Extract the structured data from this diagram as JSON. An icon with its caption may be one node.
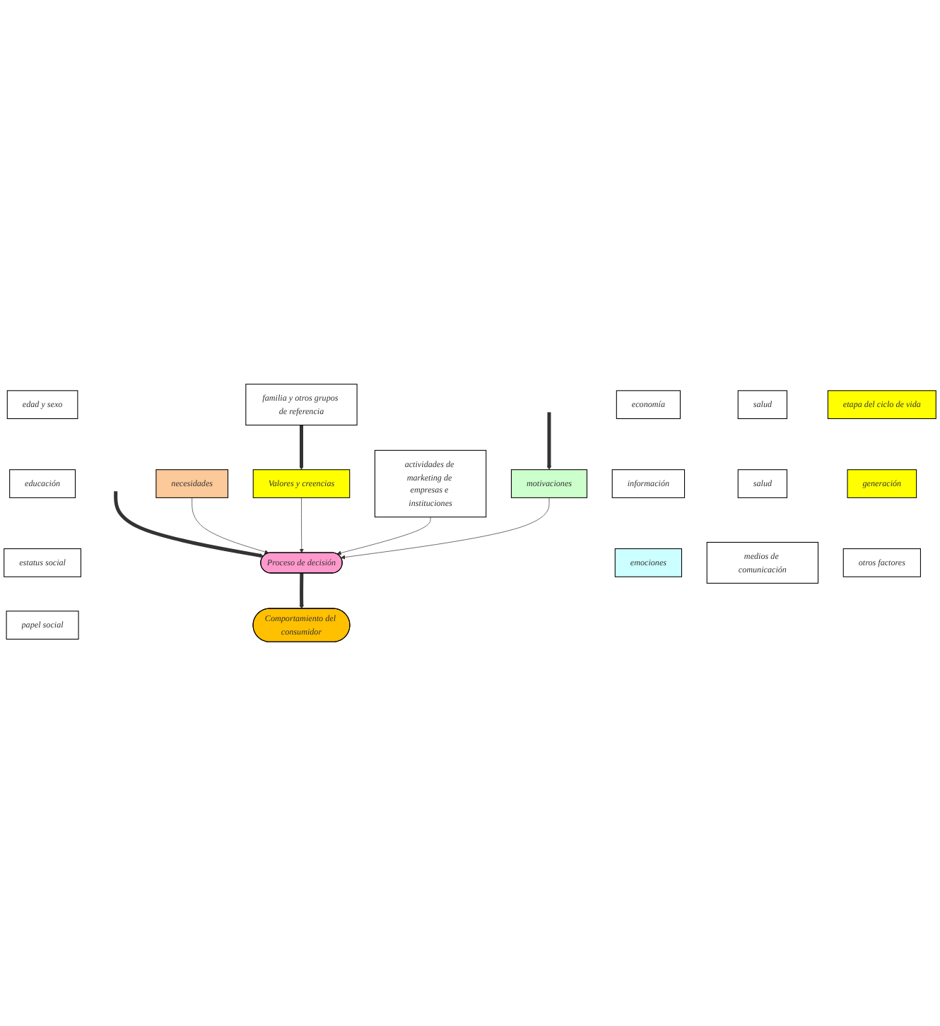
{
  "diagram": {
    "nodes": [
      {
        "text": [
          "edad y sexo"
        ]
      },
      {
        "text": [
          "salud"
        ]
      },
      {
        "text": [
          "economía"
        ]
      },
      {
        "text": [
          "salud"
        ]
      },
      {
        "text": [
          "información"
        ]
      },
      {
        "text": [
          "educación"
        ]
      },
      {
        "text": [
          "necesidades"
        ]
      },
      {
        "text": [
          "Comportamiento del consumidor"
        ]
      },
      {
        "text": [
          "estatus social"
        ]
      },
      {
        "text": [
          "Proceso de decisión"
        ]
      },
      {
        "text": [
          "actividades de marketing de empresas e instituciones"
        ]
      },
      {
        "text": [
          "papel social"
        ]
      },
      {
        "text": [
          "Valores y creencias"
        ]
      },
      {
        "text": [
          "emociones"
        ]
      },
      {
        "text": [
          "familia y otros grupos de referencia"
        ]
      },
      {
        "text": [
          "motivaciones"
        ]
      },
      {
        "text": [
          "medios de comunicación"
        ]
      },
      {
        "text": [
          "etapa del ciclo de vida"
        ]
      },
      {
        "text": [
          "generación"
        ]
      },
      {
        "text": [
          "otros factores"
        ]
      }
    ],
    "edges": [
      {
        "from": null,
        "to": 9,
        "arrow": "to",
        "style": "thick"
      },
      {
        "from": 6,
        "to": 9,
        "arrow": "to"
      },
      {
        "from": 9,
        "to": 7,
        "arrow": "to",
        "style": "thick"
      },
      {
        "from": 12,
        "to": 9,
        "arrow": "to"
      },
      {
        "from": 10,
        "to": 9,
        "arrow": "to"
      },
      {
        "from": 15,
        "to": 9,
        "arrow": "to"
      },
      {
        "from": 14,
        "to": 12,
        "arrow": "to",
        "style": "thick"
      },
      {
        "from": null,
        "to": 15,
        "arrow": "to",
        "style": "thick"
      }
    ]
  }
}
